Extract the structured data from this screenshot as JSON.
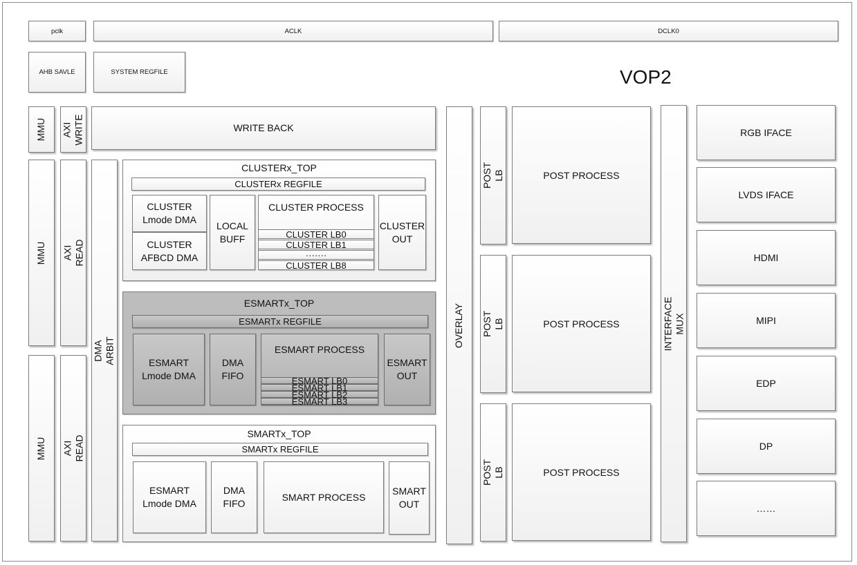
{
  "title": "VOP2",
  "clocks": {
    "pclk": "pclk",
    "aclk": "ACLK",
    "dclk": "DCLK0"
  },
  "top_blocks": {
    "ahb": "AHB SAVLE",
    "sysreg": "SYSTEM REGFILE"
  },
  "left_column": {
    "mmu_top": "MMU",
    "axi_write": "AXI\nWRITE",
    "mmu_mid": "MMU",
    "axi_read_mid": "AXI READ",
    "mmu_bot": "MMU",
    "axi_read_bot": "AXI READ",
    "dma_arbit": "DMA ARBIT"
  },
  "write_back": "WRITE BACK",
  "cluster": {
    "top": "CLUSTERx_TOP",
    "regfile": "CLUSTERx REGFILE",
    "lmode_dma": "CLUSTER\nLmode DMA",
    "afbcd_dma": "CLUSTER\nAFBCD DMA",
    "local_buff": "LOCAL\nBUFF",
    "process": "CLUSTER PROCESS",
    "lb": [
      "CLUSTER LB0",
      "CLUSTER LB1",
      "·······",
      "CLUSTER LB8"
    ],
    "out": "CLUSTER\nOUT"
  },
  "esmart": {
    "top": "ESMARTx_TOP",
    "regfile": "ESMARTx REGFILE",
    "lmode_dma": "ESMART\nLmode DMA",
    "dma_fifo": "DMA\nFIFO",
    "process": "ESMART PROCESS",
    "lb": [
      "ESMART LB0",
      "ESMART LB1",
      "ESMART LB2",
      "ESMART LB3"
    ],
    "out": "ESMART\nOUT"
  },
  "smart": {
    "top": "SMARTx_TOP",
    "regfile": "SMARTx REGFILE",
    "lmode_dma": "ESMART\nLmode DMA",
    "dma_fifo": "DMA\nFIFO",
    "process": "SMART PROCESS",
    "out": "SMART\nOUT"
  },
  "overlay": "OVERLAY",
  "post": [
    {
      "lb": "POST LB",
      "process": "POST PROCESS"
    },
    {
      "lb": "POST LB",
      "process": "POST PROCESS"
    },
    {
      "lb": "POST LB",
      "process": "POST PROCESS"
    }
  ],
  "interface_mux": "INTERFACE MUX",
  "interfaces": [
    "RGB IFACE",
    "LVDS IFACE",
    "HDMI",
    "MIPI",
    "EDP",
    "DP",
    "……"
  ]
}
